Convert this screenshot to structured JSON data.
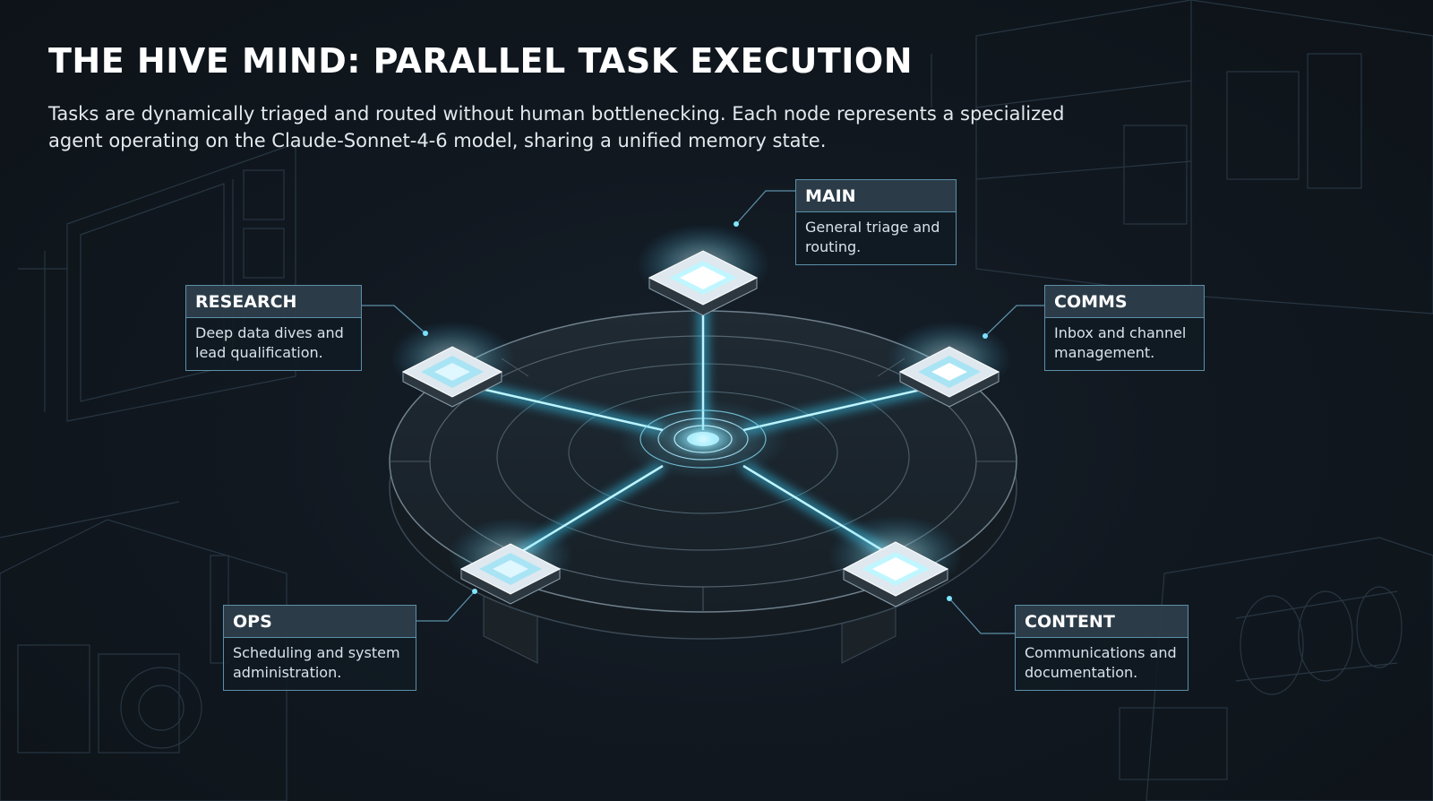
{
  "title": "THE HIVE MIND: PARALLEL TASK EXECUTION",
  "subtitle": "Tasks are dynamically triaged and routed without human bottlenecking. Each node represents a specialized agent operating on the Claude-Sonnet-4-6 model, sharing a unified memory state.",
  "nodes": [
    {
      "id": "main",
      "label": "MAIN",
      "description": "General triage and routing."
    },
    {
      "id": "research",
      "label": "RESEARCH",
      "description": "Deep data dives and lead qualification."
    },
    {
      "id": "comms",
      "label": "COMMS",
      "description": "Inbox and channel management."
    },
    {
      "id": "ops",
      "label": "OPS",
      "description": "Scheduling and system administration."
    },
    {
      "id": "content",
      "label": "CONTENT",
      "description": "Communications and documentation."
    }
  ],
  "colors": {
    "background": "#111820",
    "accent_glow": "#7fe6ff",
    "callout_border": "#5b8fa8",
    "callout_header": "#364a58",
    "blueprint_lines": "#2a3a47"
  },
  "icons": [
    "agent-chip-icon",
    "central-hub-icon"
  ]
}
